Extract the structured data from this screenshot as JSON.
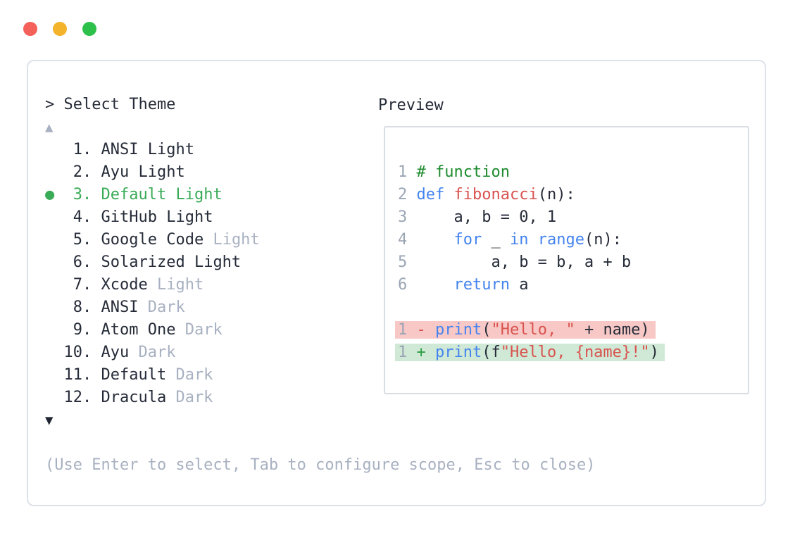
{
  "window": {
    "traffic_lights": [
      {
        "name": "close-button",
        "color": "#f4605a"
      },
      {
        "name": "minimize-button",
        "color": "#f3b32b"
      },
      {
        "name": "zoom-button",
        "color": "#2dc04a"
      }
    ]
  },
  "theme_selector": {
    "prompt": "> Select Theme",
    "scroll_up_symbol": "▲",
    "scroll_down_symbol": "▼",
    "selected_marker": "●",
    "selected_color": "#3aab57",
    "items": [
      {
        "number": "1.",
        "text": "ANSI Light",
        "muted": "",
        "selected": false
      },
      {
        "number": "2.",
        "text": "Ayu Light",
        "muted": "",
        "selected": false
      },
      {
        "number": "3.",
        "text": "Default Light",
        "muted": "",
        "selected": true
      },
      {
        "number": "4.",
        "text": "GitHub Light",
        "muted": "",
        "selected": false
      },
      {
        "number": "5.",
        "text": "Google Code",
        "muted": "Light",
        "selected": false
      },
      {
        "number": "6.",
        "text": "Solarized Light",
        "muted": "",
        "selected": false
      },
      {
        "number": "7.",
        "text": "Xcode",
        "muted": "Light",
        "selected": false
      },
      {
        "number": "8.",
        "text": "ANSI",
        "muted": "Dark",
        "selected": false
      },
      {
        "number": "9.",
        "text": "Atom One",
        "muted": "Dark",
        "selected": false
      },
      {
        "number": "10.",
        "text": "Ayu",
        "muted": "Dark",
        "selected": false
      },
      {
        "number": "11.",
        "text": "Default",
        "muted": "Dark",
        "selected": false
      },
      {
        "number": "12.",
        "text": "Dracula",
        "muted": "Dark",
        "selected": false
      }
    ],
    "help": "(Use Enter to select, Tab to configure scope, Esc to close)"
  },
  "preview": {
    "title": "Preview",
    "code_lines": [
      {
        "bg": "",
        "tokens": [
          [
            "n",
            "1 "
          ],
          [
            "c",
            "# function"
          ]
        ]
      },
      {
        "bg": "",
        "tokens": [
          [
            "n",
            "2 "
          ],
          [
            "k",
            "def"
          ],
          [
            "p",
            " "
          ],
          [
            "r",
            "fibonacci"
          ],
          [
            "p",
            "(n):"
          ]
        ]
      },
      {
        "bg": "",
        "tokens": [
          [
            "n",
            "3 "
          ],
          [
            "p",
            "    a, b = 0, 1"
          ]
        ]
      },
      {
        "bg": "",
        "tokens": [
          [
            "n",
            "4 "
          ],
          [
            "p",
            "    "
          ],
          [
            "k",
            "for"
          ],
          [
            "p",
            " _ "
          ],
          [
            "k",
            "in"
          ],
          [
            "p",
            " "
          ],
          [
            "k",
            "range"
          ],
          [
            "p",
            "(n):"
          ]
        ]
      },
      {
        "bg": "",
        "tokens": [
          [
            "n",
            "5 "
          ],
          [
            "p",
            "        a, b = b, a + b"
          ]
        ]
      },
      {
        "bg": "",
        "tokens": [
          [
            "n",
            "6 "
          ],
          [
            "p",
            "    "
          ],
          [
            "k",
            "return"
          ],
          [
            "p",
            " a"
          ]
        ]
      },
      {
        "bg": "",
        "tokens": []
      },
      {
        "bg": "red",
        "tokens": [
          [
            "n",
            "1 "
          ],
          [
            "minus",
            "- "
          ],
          [
            "k",
            "print"
          ],
          [
            "p",
            "("
          ],
          [
            "r",
            "\"Hello, \""
          ],
          [
            "p",
            " + name)"
          ]
        ]
      },
      {
        "bg": "green",
        "tokens": [
          [
            "n",
            "1 "
          ],
          [
            "plus",
            "+ "
          ],
          [
            "k",
            "print"
          ],
          [
            "p",
            "(f"
          ],
          [
            "r",
            "\"Hello, {name}!\""
          ],
          [
            "p",
            ")"
          ]
        ]
      }
    ],
    "colors": {
      "comment": "#1e8b2f",
      "keyword": "#4484ee",
      "string_and_function": "#d9534f",
      "plain": "#252b38",
      "line_number": "#9aa5b4",
      "diff_removed_bg": "#f8c8c6",
      "diff_added_bg": "#cfe9d6"
    }
  }
}
